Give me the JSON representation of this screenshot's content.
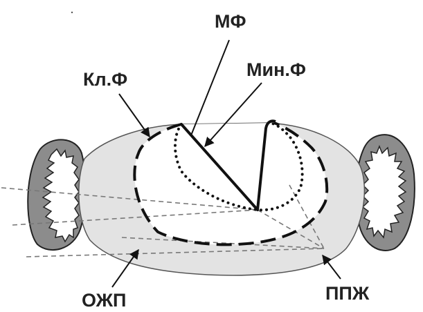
{
  "labels": {
    "mf": "МФ",
    "min_f": "Мин.Ф",
    "kl_f": "Кл.Ф",
    "ozhp": "ОЖП",
    "ppzh": "ППЖ"
  },
  "colors": {
    "background": "#ffffff",
    "ventricle_fill": "#e3e3e3",
    "muscle_fill": "#8c8c8c",
    "line": "#111111",
    "guide_line": "#777777"
  }
}
